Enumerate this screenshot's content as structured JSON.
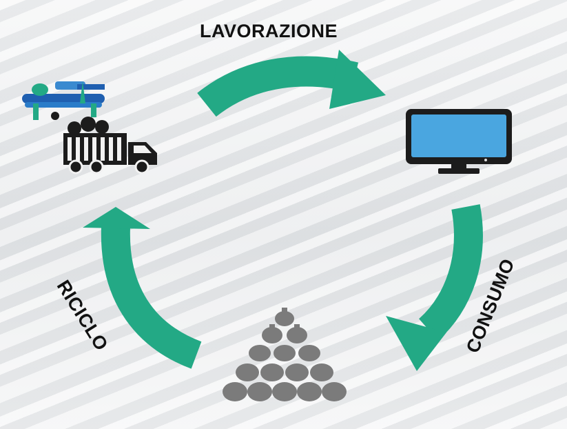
{
  "cycle": {
    "step_top": "LAVORAZIONE",
    "step_right": "CONSUMO",
    "step_left": "RICICLO"
  },
  "colors": {
    "arrow": "#23a985",
    "screen": "#4aa6e0",
    "device_frame": "#1c1c1c",
    "truck": "#1c1c1c",
    "waste_bags": "#7b7b7b"
  },
  "icons": {
    "top_left": "recycling-truck-icon",
    "top_right": "tv-monitor-icon",
    "bottom": "garbage-bag-pile-icon"
  }
}
